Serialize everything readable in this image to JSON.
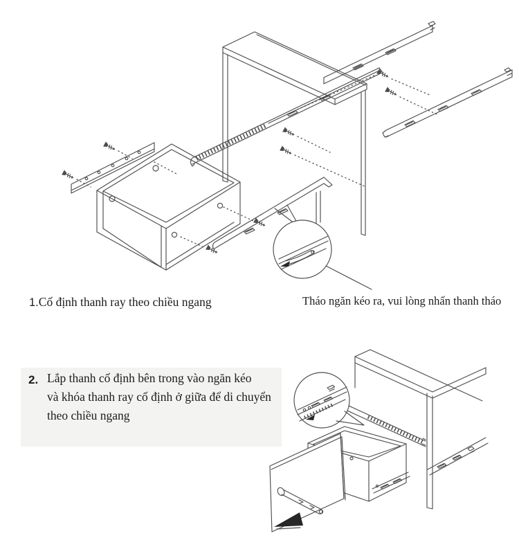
{
  "page": {
    "background": "#ffffff",
    "line_color": "#4d4d4d",
    "text_color": "#1b1b1b",
    "note_background": "#f3f3f2"
  },
  "steps": [
    {
      "number": "1.",
      "text": "Cố định thanh ray theo chiều ngang"
    },
    {
      "number": "2.",
      "lines": [
        "Lắp thanh cố định bên trong vào ngăn kéo",
        "và khóa thanh ray cố định ở giữa để di chuyển",
        "theo chiều ngang"
      ]
    }
  ],
  "callout": {
    "text": "Tháo ngăn kéo ra, vui lòng nhấn thanh tháo"
  },
  "icons": {
    "release_lever_arrow": "filled-left-arrow",
    "pull_direction_arrow": "filled-triangle-arrow",
    "magnifier_circle": "detail-callout-circle",
    "screw": "flat-head-screw"
  }
}
